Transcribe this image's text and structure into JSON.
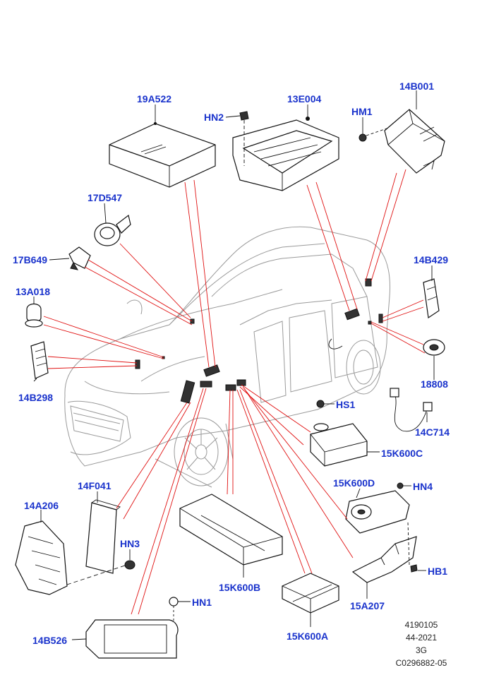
{
  "callouts": {
    "c19A522": "19A522",
    "c13E004": "13E004",
    "c14B001": "14B001",
    "cHN2": "HN2",
    "cHM1": "HM1",
    "c17D547": "17D547",
    "c17B649": "17B649",
    "c13A018": "13A018",
    "c14B298": "14B298",
    "c14B429": "14B429",
    "c18808": "18808",
    "cHS1": "HS1",
    "c14C714": "14C714",
    "c15K600C": "15K600C",
    "c15K600D": "15K600D",
    "cHN4": "HN4",
    "c14F041": "14F041",
    "c14A206": "14A206",
    "cHN3": "HN3",
    "c15K600B": "15K600B",
    "cHB1": "HB1",
    "c15A207": "15A207",
    "cHN1": "HN1",
    "c14B526": "14B526",
    "c15K600A": "15K600A"
  },
  "reference": {
    "line1": "4190105",
    "line2": "44-2021",
    "line3": "3G",
    "line4": "C0296882-05"
  },
  "colors": {
    "callout_text": "#1a33cc",
    "leader_line": "#e01010",
    "car_outline": "#9a9a9a"
  }
}
